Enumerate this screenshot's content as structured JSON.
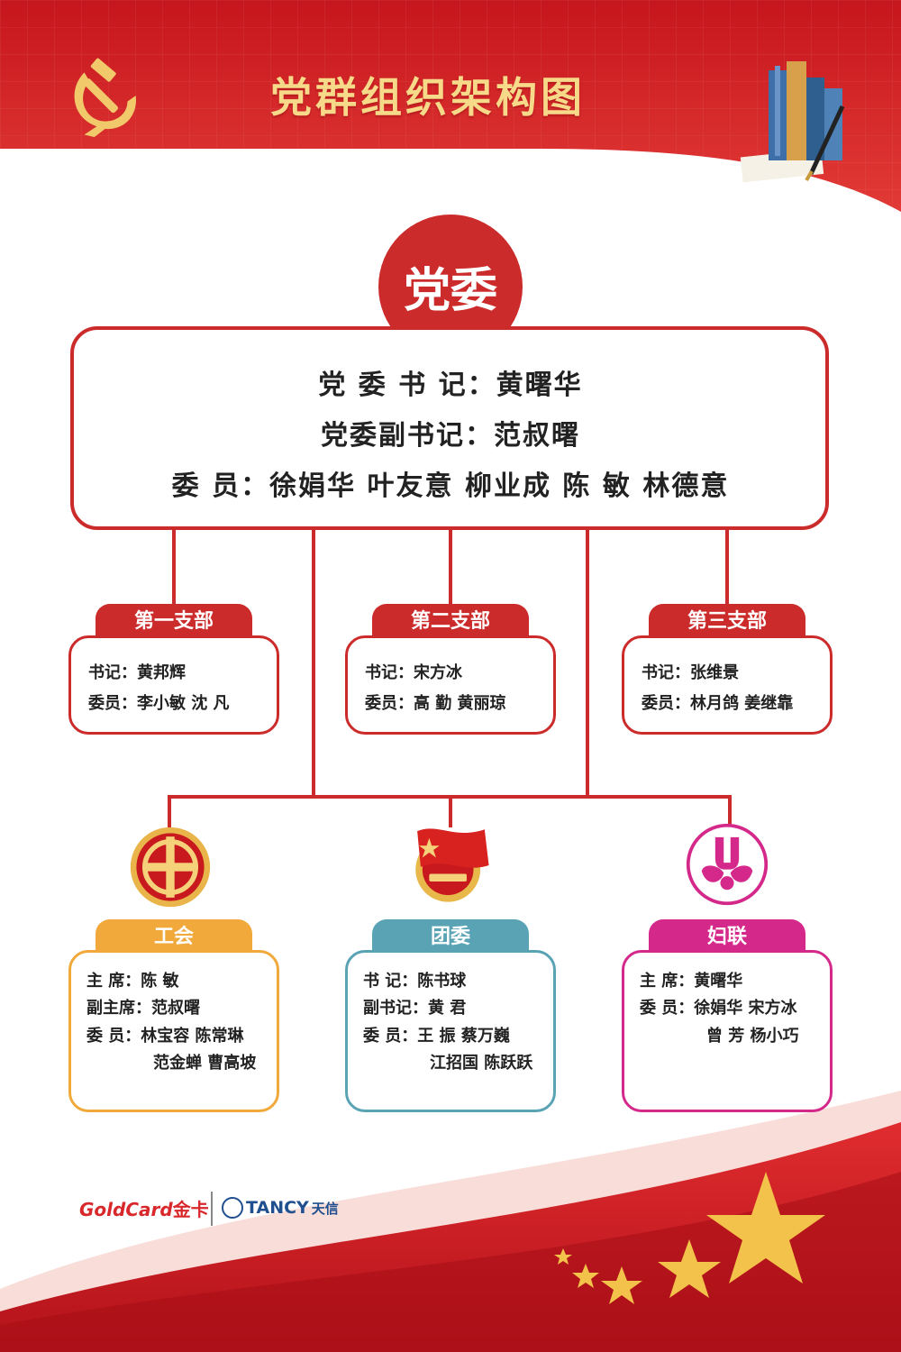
{
  "title": "党群组织架构图",
  "party_committee": {
    "label": "党委",
    "lines": [
      "党 委  书 记：黄曙华",
      "党委副书记：范叔曙",
      "委  员：徐娟华  叶友意  柳业成  陈  敏  林德意"
    ]
  },
  "branches": [
    {
      "name": "第一支部",
      "secretary": "书记：黄邦辉",
      "members": "委员：李小敏  沈  凡"
    },
    {
      "name": "第二支部",
      "secretary": "书记：宋方冰",
      "members": "委员：高   勤  黄丽琼"
    },
    {
      "name": "第三支部",
      "secretary": "书记：张维景",
      "members": "委员：林月鸽  姜继靠"
    }
  ],
  "orgs": [
    {
      "name": "工会",
      "color": "#f0a93a",
      "rows": [
        {
          "k": "主    席：",
          "v": "陈   敏"
        },
        {
          "k": "副主席：",
          "v": "范叔曙"
        },
        {
          "k": "委    员：",
          "v": "林宝容  陈常琳"
        },
        {
          "k": "",
          "v": "范金蝉  曹高坡"
        }
      ]
    },
    {
      "name": "团委",
      "color": "#5aa3b5",
      "rows": [
        {
          "k": "书    记：",
          "v": "陈书球"
        },
        {
          "k": "副书记：",
          "v": "黄   君"
        },
        {
          "k": "委    员：",
          "v": "王   振  蔡万巍"
        },
        {
          "k": "",
          "v": "江招国  陈跃跃"
        }
      ]
    },
    {
      "name": "妇联",
      "color": "#d4288a",
      "rows": [
        {
          "k": "主    席：",
          "v": "黄曙华"
        },
        {
          "k": "委    员：",
          "v": "徐娟华  宋方冰"
        },
        {
          "k": "",
          "v": "曾   芳  杨小巧"
        }
      ]
    }
  ],
  "footer": {
    "brand1": "GoldCard",
    "brand1_cn": "金卡",
    "brand2": "TANCY",
    "brand2_cn": "天信"
  },
  "colors": {
    "party_red": "#cc2b2b",
    "header_red": "#d8282c",
    "title_gold": "#f7d98a",
    "union_orange": "#f0a93a",
    "youth_teal": "#5aa3b5",
    "women_magenta": "#d4288a"
  },
  "icons": {
    "header_emblem": "hammer-sickle-icon",
    "header_decoration": "books-pen-icon",
    "union_logo": "union-emblem-icon",
    "youth_logo": "youth-league-emblem-icon",
    "women_logo": "womens-federation-emblem-icon",
    "footer_decoration": "stars-icon"
  }
}
